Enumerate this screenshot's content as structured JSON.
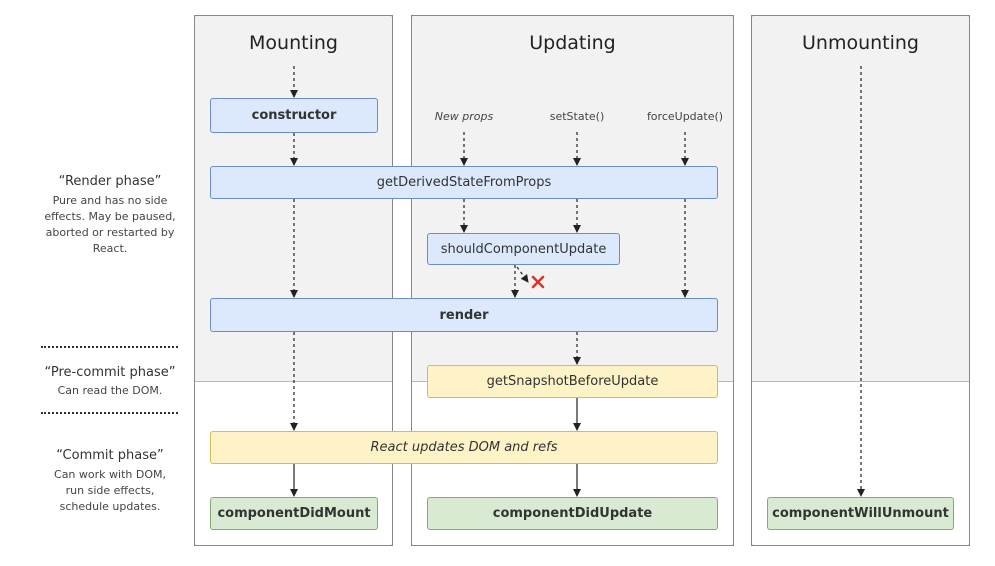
{
  "columns": {
    "mounting": "Mounting",
    "updating": "Updating",
    "unmounting": "Unmounting"
  },
  "triggers": {
    "new_props": "New props",
    "set_state": "setState()",
    "force_update": "forceUpdate()"
  },
  "nodes": {
    "constructor": "constructor",
    "get_derived_state": "getDerivedStateFromProps",
    "should_component_update": "shouldComponentUpdate",
    "render": "render",
    "get_snapshot": "getSnapshotBeforeUpdate",
    "react_updates": "React updates DOM and refs",
    "did_mount": "componentDidMount",
    "did_update": "componentDidUpdate",
    "will_unmount": "componentWillUnmount"
  },
  "phases": {
    "render": {
      "title": "“Render phase”",
      "desc": [
        "Pure and has no side",
        "effects. May be paused,",
        "aborted or restarted by",
        "React."
      ]
    },
    "precommit": {
      "title": "“Pre-commit phase”",
      "desc": [
        "Can read the DOM."
      ]
    },
    "commit": {
      "title": "“Commit phase”",
      "desc": [
        "Can work with DOM,",
        "run side effects,",
        "schedule updates."
      ]
    }
  },
  "colors": {
    "render_box": "#dce8fb",
    "precommit_box": "#fdf3c7",
    "commit_box": "#d9ead3",
    "cancel_mark": "#d9342b"
  }
}
